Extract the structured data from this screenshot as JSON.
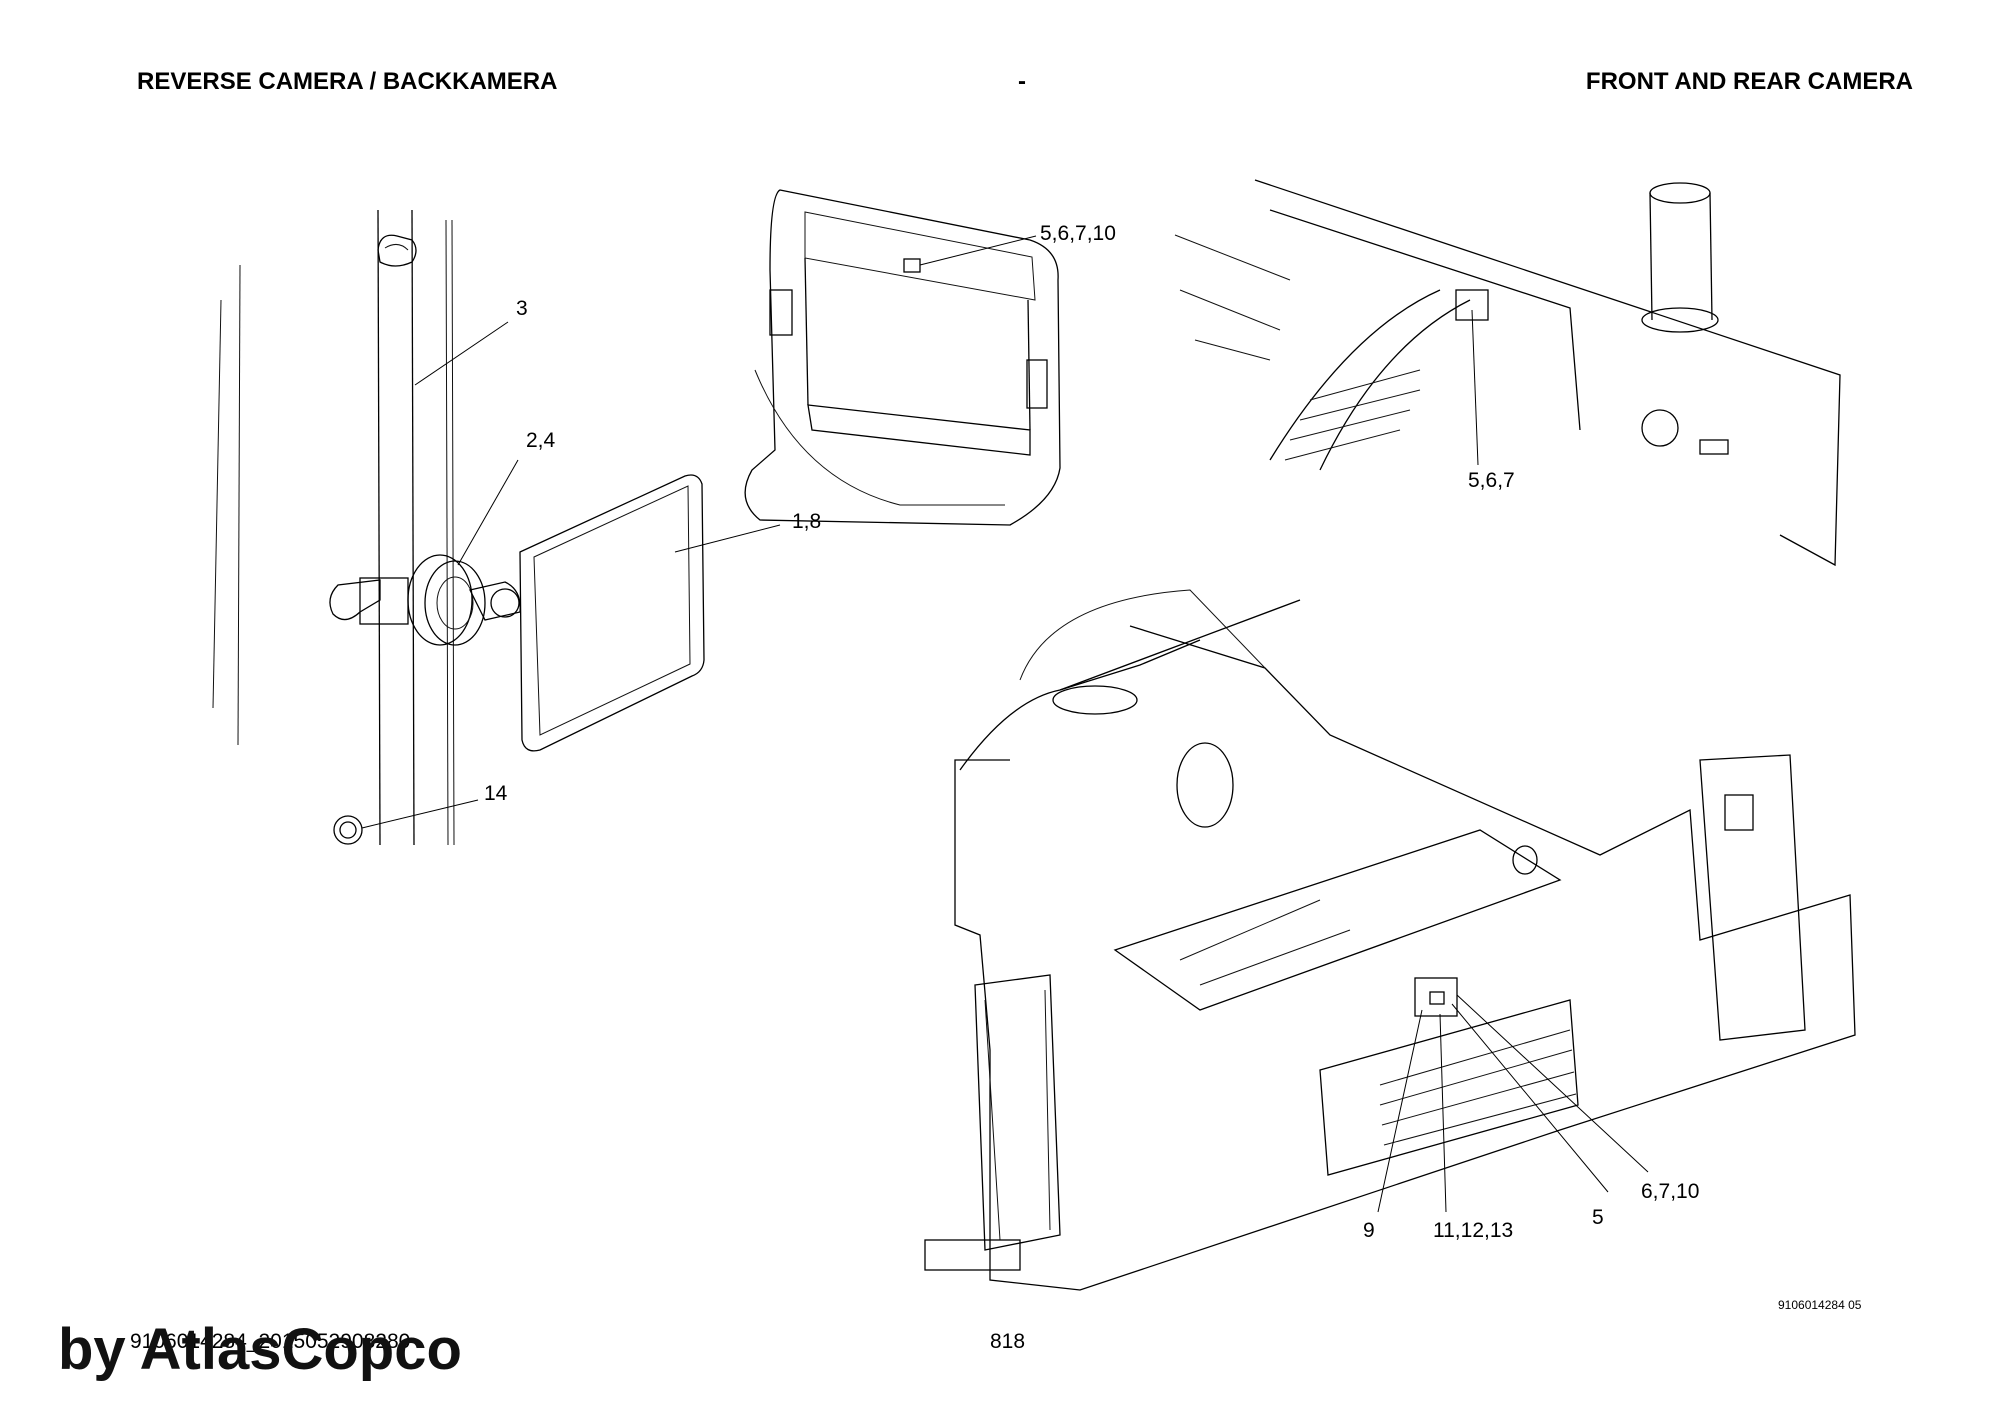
{
  "header": {
    "left_title": "REVERSE CAMERA / BACKKAMERA",
    "center": "-",
    "right_title": "FRONT AND REAR CAMERA"
  },
  "callouts": {
    "c3": "3",
    "c24": "2,4",
    "c18": "1,8",
    "c14": "14",
    "c56710": "5,6,7,10",
    "c567": "5,6,7",
    "c9": "9",
    "c111213": "11,12,13",
    "c5": "5",
    "c6710": "6,7,10"
  },
  "drawing_number": "9106014284 05",
  "footer": {
    "code": "9106014284_2015052908280",
    "page": "818"
  },
  "watermark": "by AtlasCopco"
}
